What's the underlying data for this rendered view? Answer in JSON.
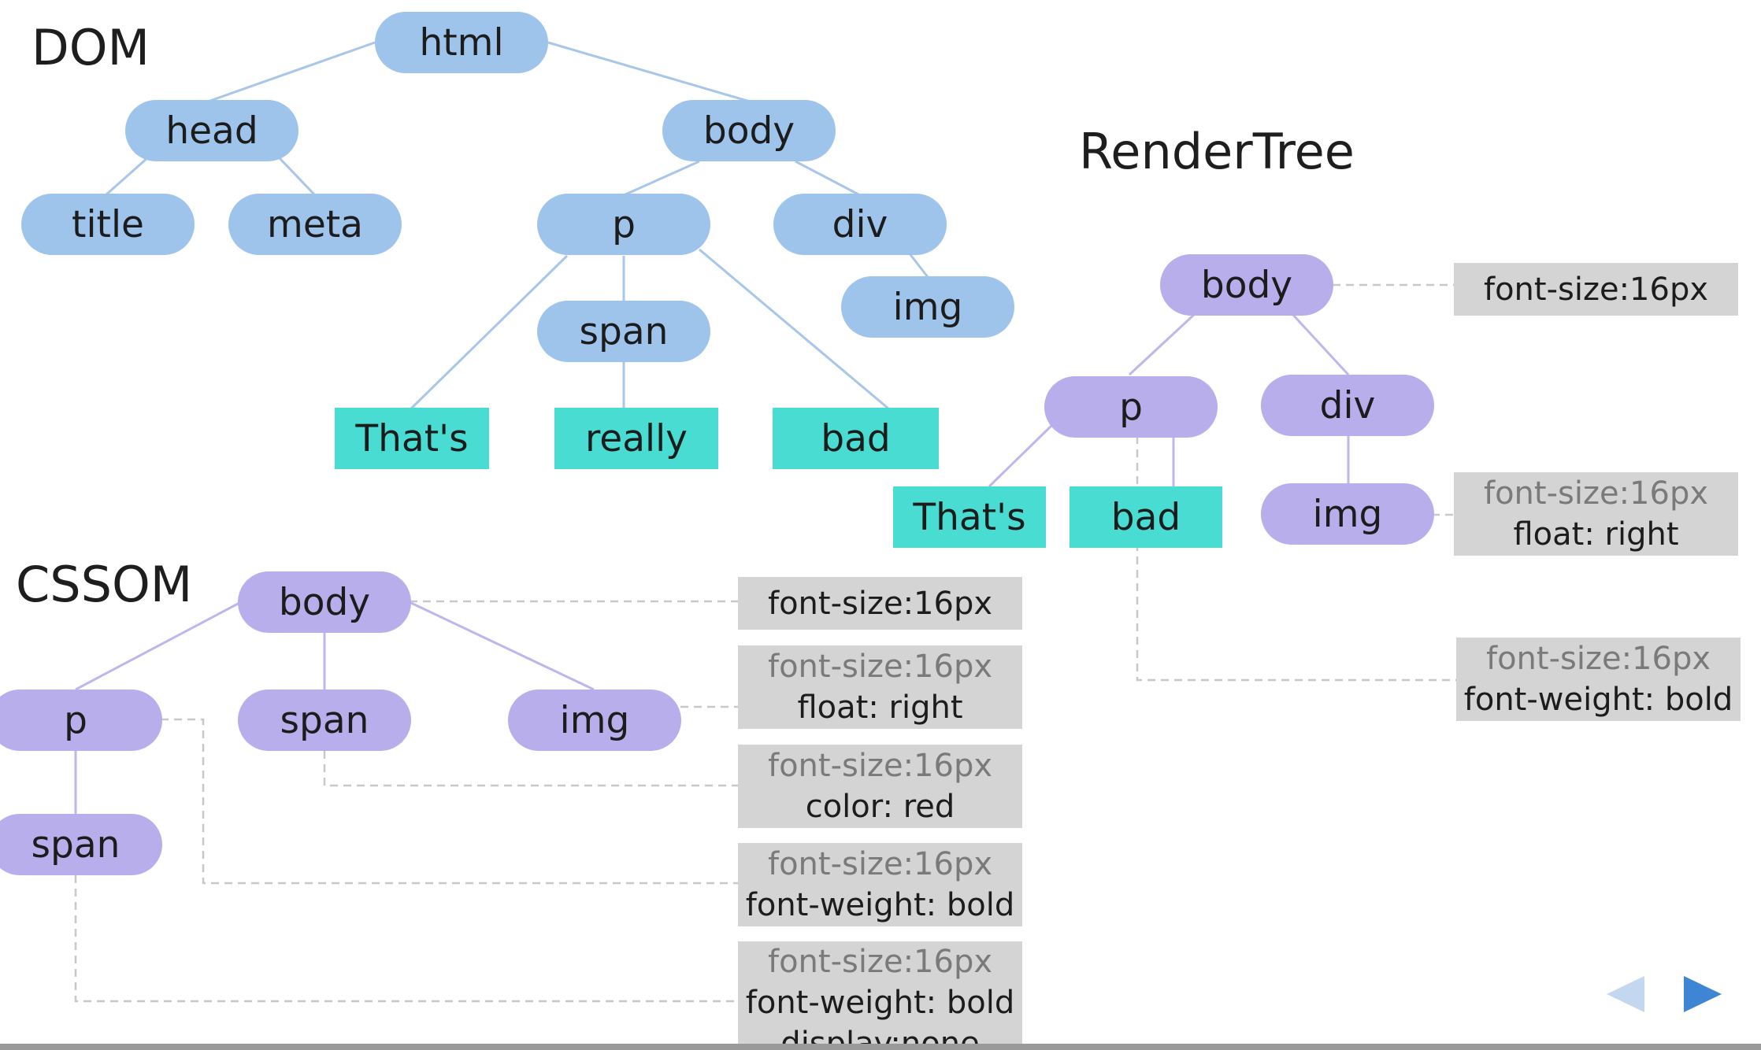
{
  "headings": {
    "dom": "DOM",
    "cssom": "CSSOM",
    "render": "RenderTree"
  },
  "dom": {
    "html": "html",
    "head": "head",
    "body": "body",
    "title": "title",
    "meta": "meta",
    "p": "p",
    "div": "div",
    "span": "span",
    "img": "img",
    "t_thats": "That's",
    "t_really": "really",
    "t_bad": "bad"
  },
  "cssom": {
    "body": "body",
    "p": "p",
    "span": "span",
    "img": "img",
    "p_span": "span",
    "props": {
      "body": [
        "font-size:16px"
      ],
      "img": [
        "font-size:16px",
        "float: right"
      ],
      "span": [
        "font-size:16px",
        "color: red"
      ],
      "p": [
        "font-size:16px",
        "font-weight: bold"
      ],
      "p_span": [
        "font-size:16px",
        "font-weight: bold",
        "display:none"
      ]
    }
  },
  "render": {
    "body": "body",
    "p": "p",
    "div": "div",
    "img": "img",
    "t_thats": "That's",
    "t_bad": "bad",
    "props": {
      "body": [
        "font-size:16px"
      ],
      "img": [
        "font-size:16px",
        "float: right"
      ],
      "p": [
        "font-size:16px",
        "font-weight: bold"
      ]
    }
  },
  "colors": {
    "dom_node": "#9fc4ec",
    "css_node": "#b8aeeb",
    "text_node": "#48dcd2",
    "prop_box": "#d4d4d4",
    "inherited_text": "#7a7a7a",
    "dom_edge": "#a7c6ea",
    "css_edge": "#bfb6ee",
    "dashed_edge": "#c8c8c8",
    "nav_prev": "#c3d7f0",
    "nav_next": "#3e86d4"
  },
  "nav": {
    "prev": "triangle-left-icon",
    "next": "triangle-right-icon"
  }
}
